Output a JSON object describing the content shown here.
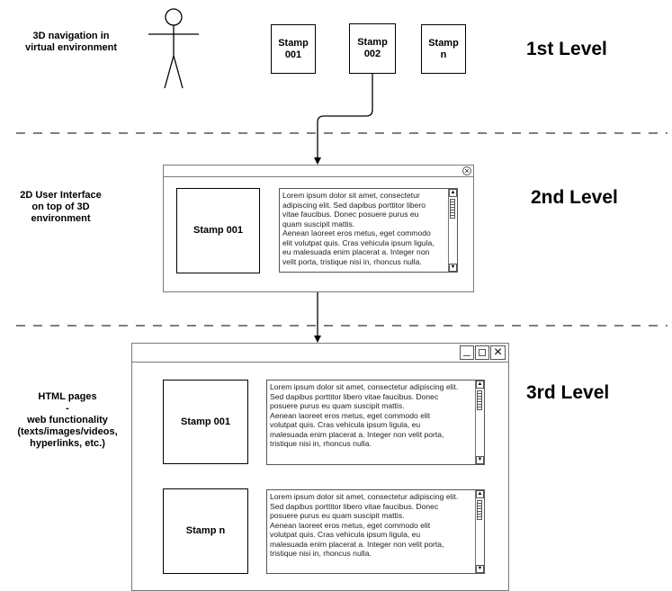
{
  "levels": {
    "first": "1st Level",
    "second": "2nd Level",
    "third": "3rd Level"
  },
  "side_labels": {
    "nav": [
      "3D navigation in",
      "virtual environment"
    ],
    "ui": [
      "2D User Interface",
      "on top of 3D",
      "environment"
    ],
    "html": [
      "HTML pages",
      "-",
      "web functionality",
      "(texts/images/videos,",
      "hyperlinks, etc.)"
    ]
  },
  "stamps_level1": [
    [
      "Stamp",
      "001"
    ],
    [
      "Stamp",
      "002"
    ],
    [
      "Stamp",
      "n"
    ]
  ],
  "window2": {
    "stamp_label": "Stamp 001",
    "text_lines": [
      "Lorem ipsum dolor sit amet, consectetur",
      "adipiscing elit. Sed dapibus porttitor libero",
      "vitae faucibus. Donec posuere purus eu",
      "quam suscipit mattis.",
      "Aenean laoreet eros metus, eget commodo",
      "elit volutpat quis. Cras vehicula ipsum ligula,",
      "eu malesuada enim placerat a. Integer non",
      "velit porta, tristique nisi in, rhoncus nulla."
    ]
  },
  "window3": {
    "items": [
      {
        "stamp_label": "Stamp 001",
        "text_lines": [
          "Lorem ipsum dolor sit amet, consectetur adipiscing elit.",
          "Sed dapibus porttitor libero vitae faucibus. Donec",
          "posuere purus eu quam suscipit mattis.",
          "Aenean laoreet eros metus, eget commodo elit",
          "volutpat quis. Cras vehicula ipsum ligula, eu",
          "malesuada enim placerat a. Integer non velit porta,",
          "tristique nisi in, rhoncus nulla."
        ]
      },
      {
        "stamp_label": "Stamp n",
        "text_lines": [
          "Lorem ipsum dolor sit amet, consectetur adipiscing elit.",
          "Sed dapibus porttitor libero vitae faucibus. Donec",
          "posuere purus eu quam suscipit mattis.",
          "Aenean laoreet eros metus, eget commodo elit",
          "volutpat quis. Cras vehicula ipsum ligula, eu",
          "malesuada enim placerat a. Integer non velit porta,",
          "tristique nisi in, rhoncus nulla."
        ]
      }
    ]
  },
  "icons": {
    "user": "stick-figure-icon",
    "close": "close-icon",
    "minimize": "minimize-icon",
    "maximize": "maximize-icon",
    "scroll_up": "scroll-up-icon",
    "scroll_down": "scroll-down-icon"
  }
}
